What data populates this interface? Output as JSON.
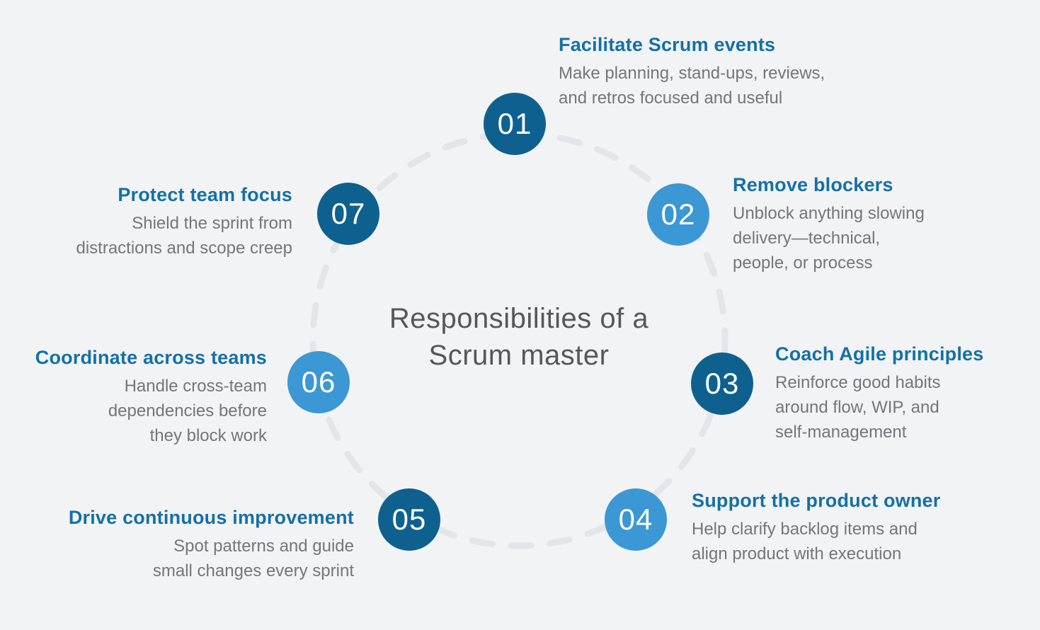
{
  "colors": {
    "background": "#f2f3f5",
    "dark_circle": "#0e618f",
    "light_circle": "#3b98d4",
    "heading_blue": "#1470a8",
    "description_gray": "#73767a",
    "center_title_gray": "#54575b",
    "dashed_ring_gray": "#e3e5e8"
  },
  "center": {
    "title": "Responsibilities of a\nScrum master"
  },
  "items": [
    {
      "number": "01",
      "variant": "dark",
      "title": "Facilitate Scrum events",
      "description": "Make planning, stand-ups, reviews,\nand retros focused and useful"
    },
    {
      "number": "02",
      "variant": "light",
      "title": "Remove blockers",
      "description": "Unblock anything slowing\ndelivery—technical,\npeople, or process"
    },
    {
      "number": "03",
      "variant": "dark",
      "title": "Coach Agile principles",
      "description": "Reinforce good habits\naround flow, WIP, and\nself-management"
    },
    {
      "number": "04",
      "variant": "light",
      "title": "Support the product owner",
      "description": "Help clarify backlog items and\nalign product with execution"
    },
    {
      "number": "05",
      "variant": "dark",
      "title": "Drive continuous improvement",
      "description": "Spot patterns and guide\nsmall changes every sprint"
    },
    {
      "number": "06",
      "variant": "light",
      "title": "Coordinate across teams",
      "description": "Handle cross-team\ndependencies before\nthey block work"
    },
    {
      "number": "07",
      "variant": "dark",
      "title": "Protect team focus",
      "description": "Shield the sprint from\ndistractions and scope creep"
    }
  ]
}
